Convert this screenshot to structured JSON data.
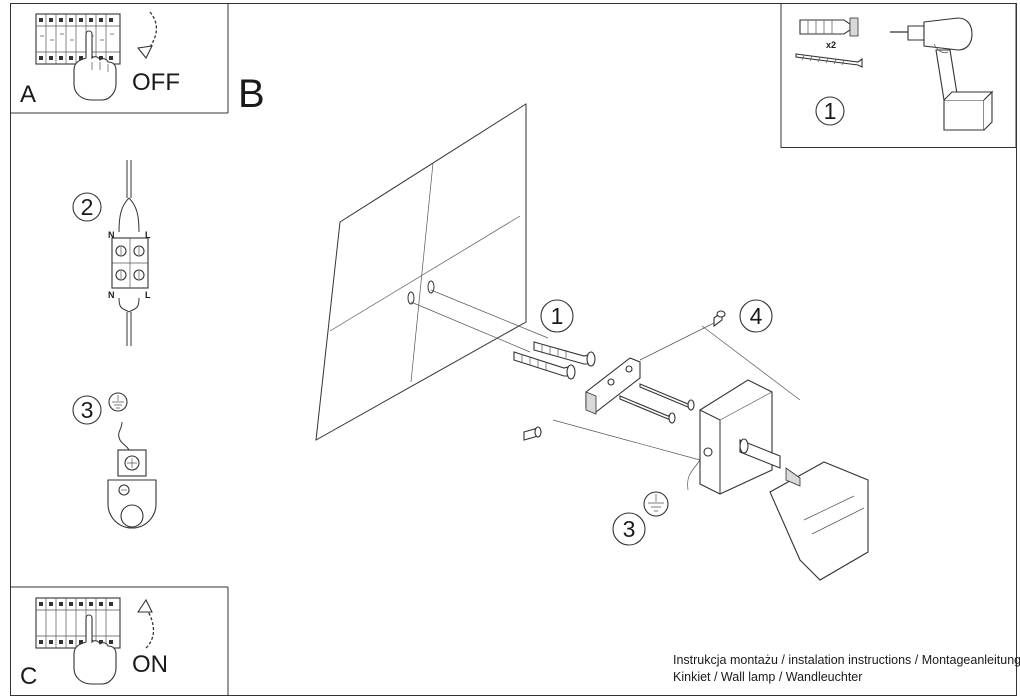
{
  "panels": {
    "a": {
      "letter": "A",
      "action": "OFF"
    },
    "b": {
      "letter": "B"
    },
    "c": {
      "letter": "C",
      "action": "ON"
    }
  },
  "steps": {
    "left_2": "2",
    "left_3": "3",
    "tools_1": "1",
    "main_1": "1",
    "main_3": "3",
    "main_4": "4"
  },
  "tools": {
    "quantity": "x2"
  },
  "wiring": {
    "top_n": "N",
    "top_l": "L",
    "bottom_n": "N",
    "bottom_l": "L"
  },
  "footer": {
    "line1": "Instrukcja montażu / instalation instructions / Montageanleitung",
    "line2": "Kinkiet / Wall lamp / Wandleuchter"
  }
}
